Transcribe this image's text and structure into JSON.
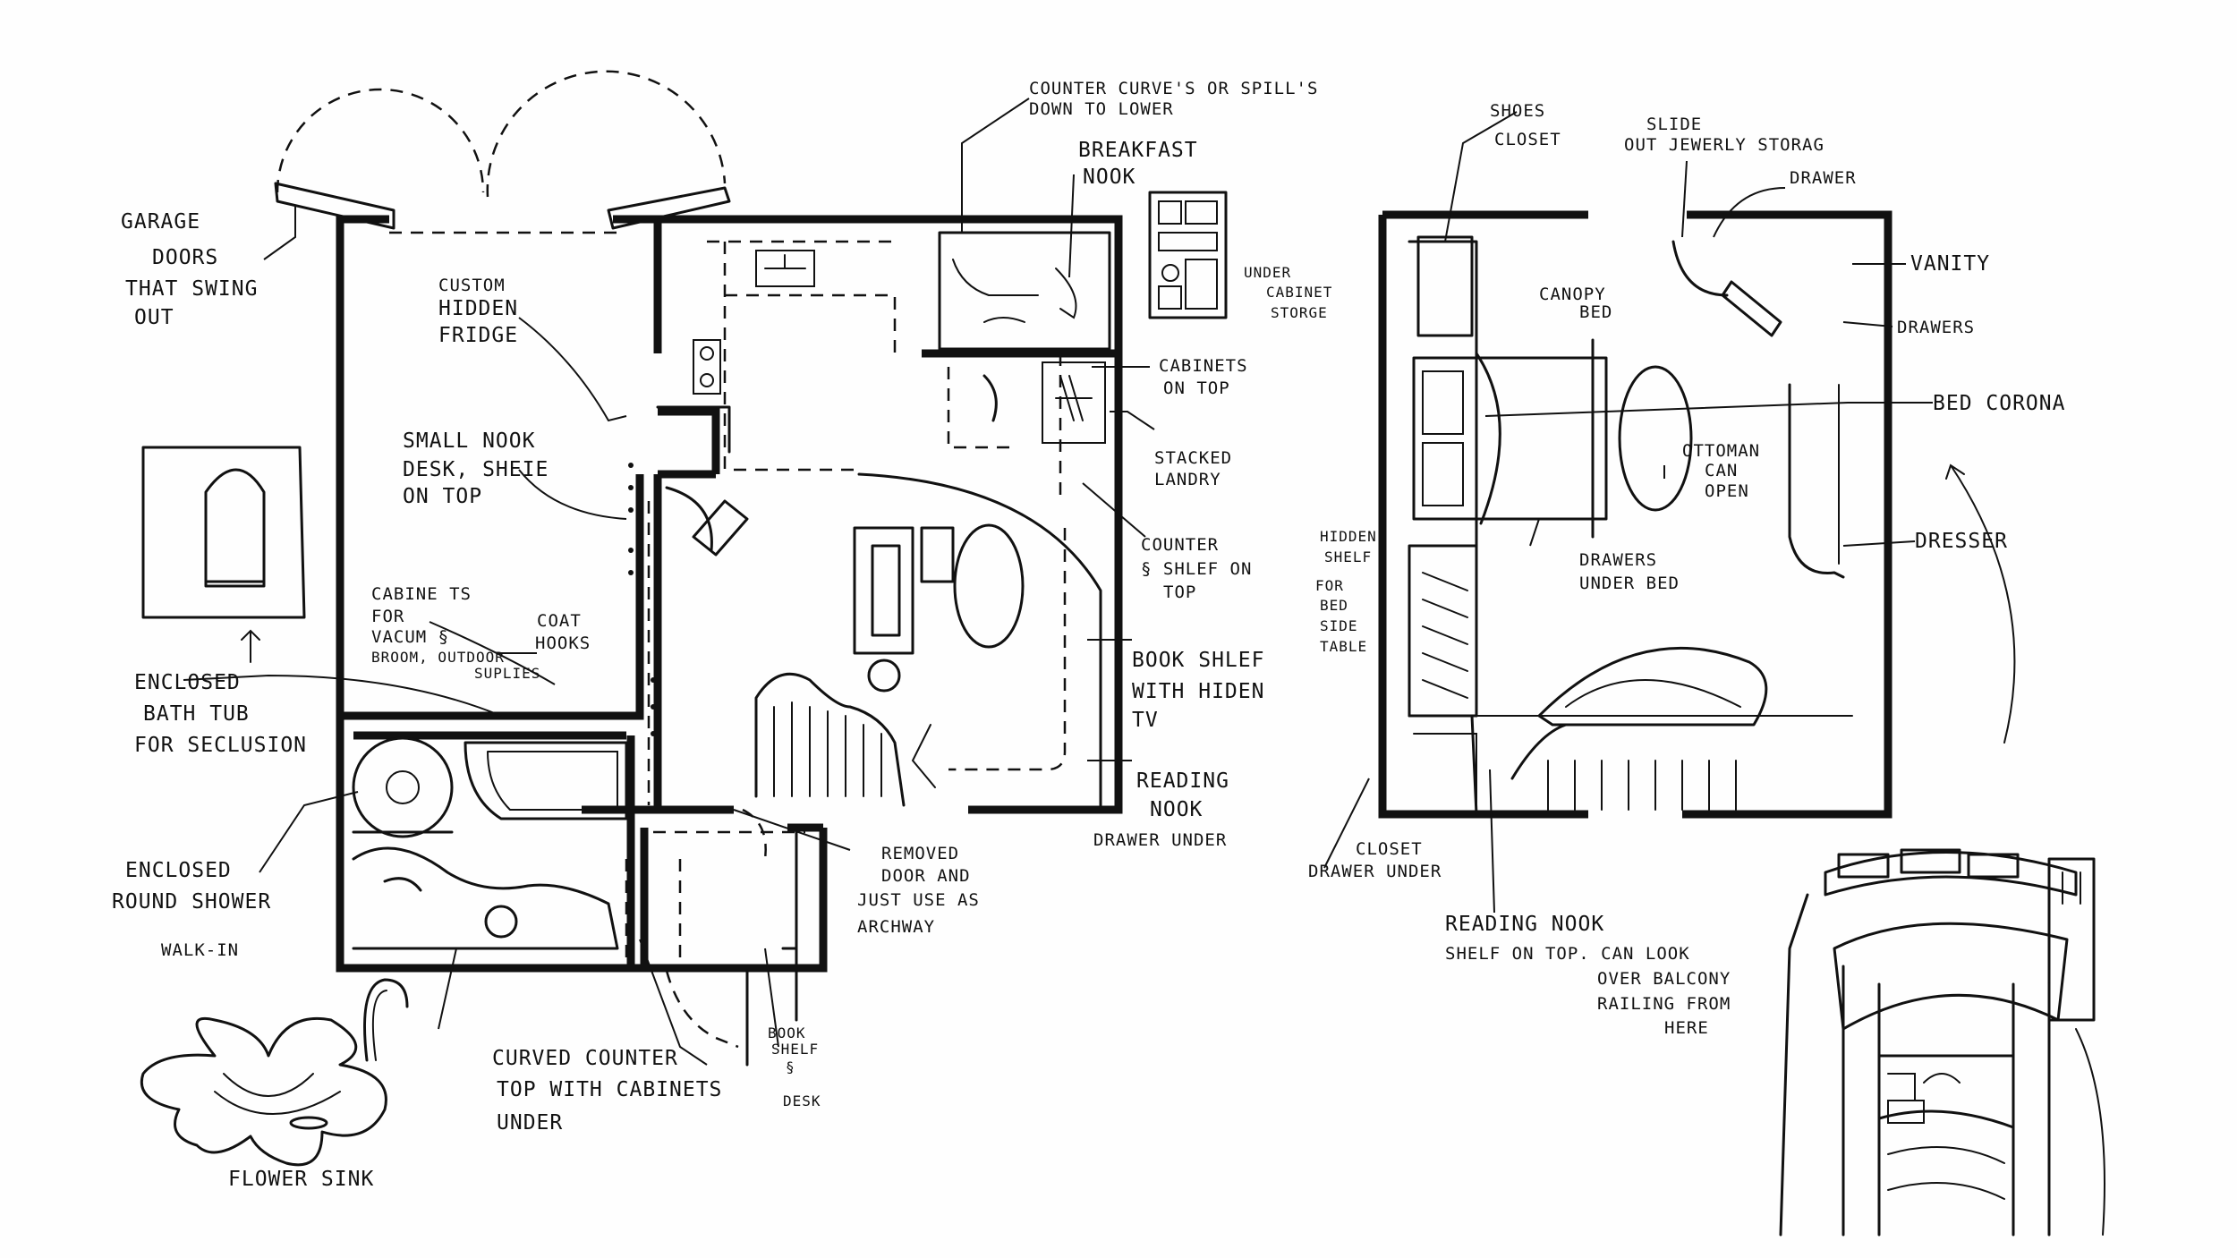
{
  "ground_floor_labels": {
    "garage_doors": [
      "GARAGE",
      "DOORS",
      "THAT SWING",
      "OUT"
    ],
    "hidden_fridge": [
      "CUSTOM",
      "HIDDEN",
      "FRIDGE"
    ],
    "nook_desk": [
      "SMALL NOOK",
      "DESK, SHEIE",
      "ON TOP"
    ],
    "cabinets_vacuum": [
      "CABINE TS",
      "FOR",
      "VACUM §",
      "BROOM, OUTDOOR",
      "SUPLIES"
    ],
    "coat_hooks": [
      "COAT",
      "HOOKS"
    ],
    "enclosed_bath": [
      "ENCLOSED",
      "BATH TUB",
      "FOR SECLUSION"
    ],
    "round_shower": [
      "ENCLOSED",
      "ROUND SHOWER",
      "WALK-IN"
    ],
    "flower_sink": "FLOWER SINK",
    "curved_counter": [
      "CURVED COUNTER",
      "TOP WITH CABINETS",
      "UNDER"
    ],
    "book_shelf_desk": [
      "BOOK",
      "SHELF",
      "§",
      "DESK"
    ],
    "removed_door": [
      "REMOVED",
      "DOOR AND",
      "JUST USE AS",
      "ARCHWAY"
    ],
    "counter_curve": [
      "COUNTER CURVE'S OR SPILL'S",
      "DOWN TO LOWER"
    ],
    "breakfast_nook": [
      "BREAKFAST",
      "NOOK"
    ],
    "under_cabinet": [
      "UNDER",
      "CABINET",
      "STORGE"
    ],
    "cabinets_top": [
      "CABINETS",
      "ON TOP"
    ],
    "stacked_laundry": [
      "STACKED",
      "LANDRY"
    ],
    "counter_shelf": [
      "COUNTER",
      "§ SHLEF ON",
      "TOP"
    ],
    "book_shelf_tv": [
      "BOOK SHLEF",
      "WITH HIDEN",
      "TV"
    ],
    "reading_nook": [
      "READING",
      "NOOK",
      "DRAWER UNDER"
    ]
  },
  "upper_floor_labels": {
    "shoes_closet": [
      "SHOES",
      "CLOSET"
    ],
    "jewelry": [
      "SLIDE",
      "OUT JEWERLY STORAG"
    ],
    "drawer": "DRAWER",
    "vanity": "VANITY",
    "drawers": "DRAWERS",
    "canopy_bed": [
      "CANOPY",
      "BED"
    ],
    "bed_corona": "BED CORONA",
    "ottoman": [
      "OTTOMAN",
      "CAN",
      "OPEN"
    ],
    "dresser": "DRESSER",
    "drawers_under_bed": [
      "DRAWERS",
      "UNDER BED"
    ],
    "hidden_shelf": [
      "HIDDEN",
      "SHELF",
      "FOR",
      "BED",
      "SIDE",
      "TABLE"
    ],
    "closet_drawer": [
      "CLOSET",
      "DRAWER UNDER"
    ],
    "reading_nook_shelf": [
      "READING NOOK",
      "SHELF ON TOP. CAN LOOK",
      "OVER BALCONY",
      "RAILING FROM",
      "HERE"
    ]
  },
  "colors": {
    "ink": "#111111",
    "paper": "#fefefe"
  }
}
